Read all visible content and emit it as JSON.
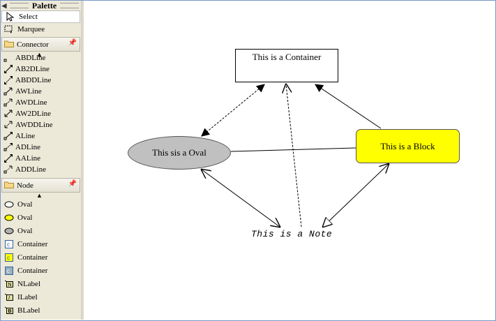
{
  "palette": {
    "title": "Palette",
    "tools": [
      {
        "label": "Select",
        "icon": "arrow-cursor-icon"
      },
      {
        "label": "Marquee",
        "icon": "marquee-icon"
      }
    ],
    "connector_drawer": {
      "label": "Connector",
      "items": [
        "ABDLine",
        "AB2DLine",
        "ABDDLine",
        "AWLine",
        "AWDLine",
        "AW2DLine",
        "AWDDLine",
        "ALine",
        "ADLine",
        "AALine",
        "ADDLine"
      ]
    },
    "node_drawer": {
      "label": "Node",
      "items": [
        {
          "label": "Oval",
          "icon": "oval-white-icon"
        },
        {
          "label": "Oval",
          "icon": "oval-yellow-icon"
        },
        {
          "label": "Oval",
          "icon": "oval-gray-icon"
        },
        {
          "label": "Container",
          "icon": "container-white-icon"
        },
        {
          "label": "Container",
          "icon": "container-yellow-icon"
        },
        {
          "label": "Container",
          "icon": "container-gray-icon"
        },
        {
          "label": "NLabel",
          "icon": "nlabel-icon"
        },
        {
          "label": "ILabel",
          "icon": "ilabel-icon"
        },
        {
          "label": "BLabel",
          "icon": "blabel-icon"
        }
      ]
    }
  },
  "diagram": {
    "container": "This is a Container",
    "block": "This is a Block",
    "oval": "This sis a Oval",
    "note": "This is a Note",
    "colors": {
      "block_fill": "#ffff00",
      "oval_fill": "#c0c0c0",
      "container_fill": "#ffffff"
    }
  }
}
